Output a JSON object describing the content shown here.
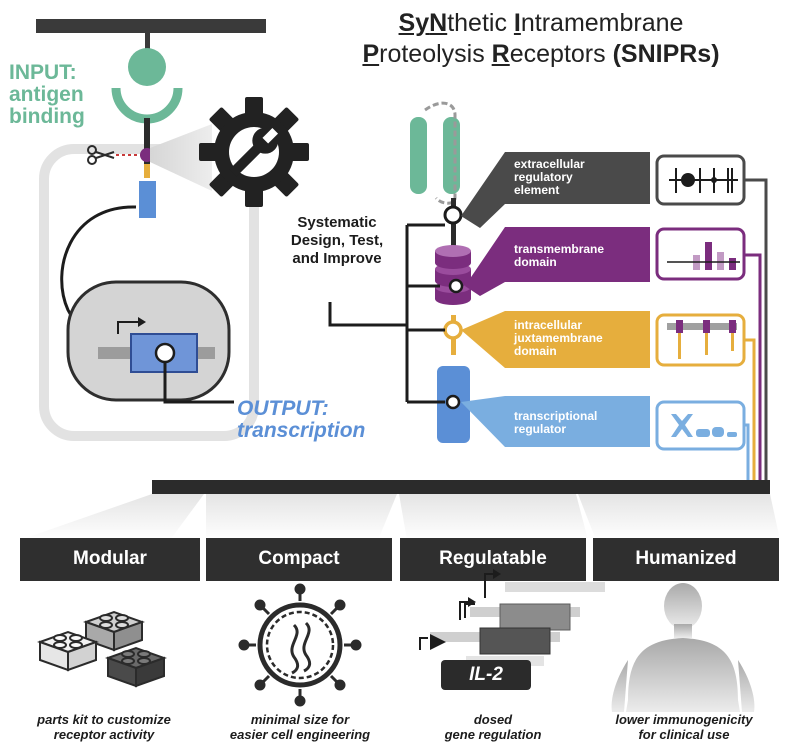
{
  "title": {
    "line1": [
      {
        "text": "Sy",
        "u": true
      },
      {
        "text": "N",
        "u": true
      },
      {
        "text": "thetic ",
        "u": false
      },
      {
        "text": "I",
        "u": true
      },
      {
        "text": "ntramembrane",
        "u": false
      }
    ],
    "line2": [
      {
        "text": "P",
        "u": true
      },
      {
        "text": "roteolysis ",
        "u": false
      },
      {
        "text": "R",
        "u": true
      },
      {
        "text": "eceptors ",
        "u": false
      },
      {
        "text": "(SNIPRs)",
        "b": true
      }
    ]
  },
  "input_label": {
    "line1": "INPUT:",
    "line2": "antigen",
    "line3": "binding"
  },
  "output_label": {
    "line1": "OUTPUT:",
    "line2": "transcription"
  },
  "design_label": {
    "line1": "Systematic",
    "line2": "Design, Test,",
    "line3": "and Improve"
  },
  "domains": [
    {
      "label": "extracellular regulatory element",
      "lines": [
        "extracellular",
        "regulatory",
        "element"
      ],
      "color": "#4a4a4a"
    },
    {
      "label": "transmembrane domain",
      "lines": [
        "transmembrane",
        "domain"
      ],
      "color": "#7b2d7e"
    },
    {
      "label": "intracellular juxtamembrane domain",
      "lines": [
        "intracellular",
        "juxtamembrane",
        "domain"
      ],
      "color": "#e6ae3d"
    },
    {
      "label": "transcriptional regulator",
      "lines": [
        "transcriptional",
        "regulator"
      ],
      "color": "#7aaee0"
    }
  ],
  "features": [
    {
      "name": "Modular",
      "caption_line1": "parts kit to customize",
      "caption_line2": "receptor activity"
    },
    {
      "name": "Compact",
      "caption_line1": "minimal size for",
      "caption_line2": "easier cell engineering"
    },
    {
      "name": "Regulatable",
      "caption_line1": "dosed",
      "caption_line2": "gene regulation"
    },
    {
      "name": "Humanized",
      "caption_line1": "lower immunogenicity",
      "caption_line2": "for clinical use"
    }
  ],
  "il2_label": "IL-2",
  "colors": {
    "antigen_green": "#6cb898",
    "output_blue": "#5b8fd6",
    "purple": "#7b2d7e",
    "gold": "#e6ae3d",
    "light_blue": "#7aaee0",
    "dark_gray": "#4a4a4a",
    "banner": "#2f2f2f"
  }
}
